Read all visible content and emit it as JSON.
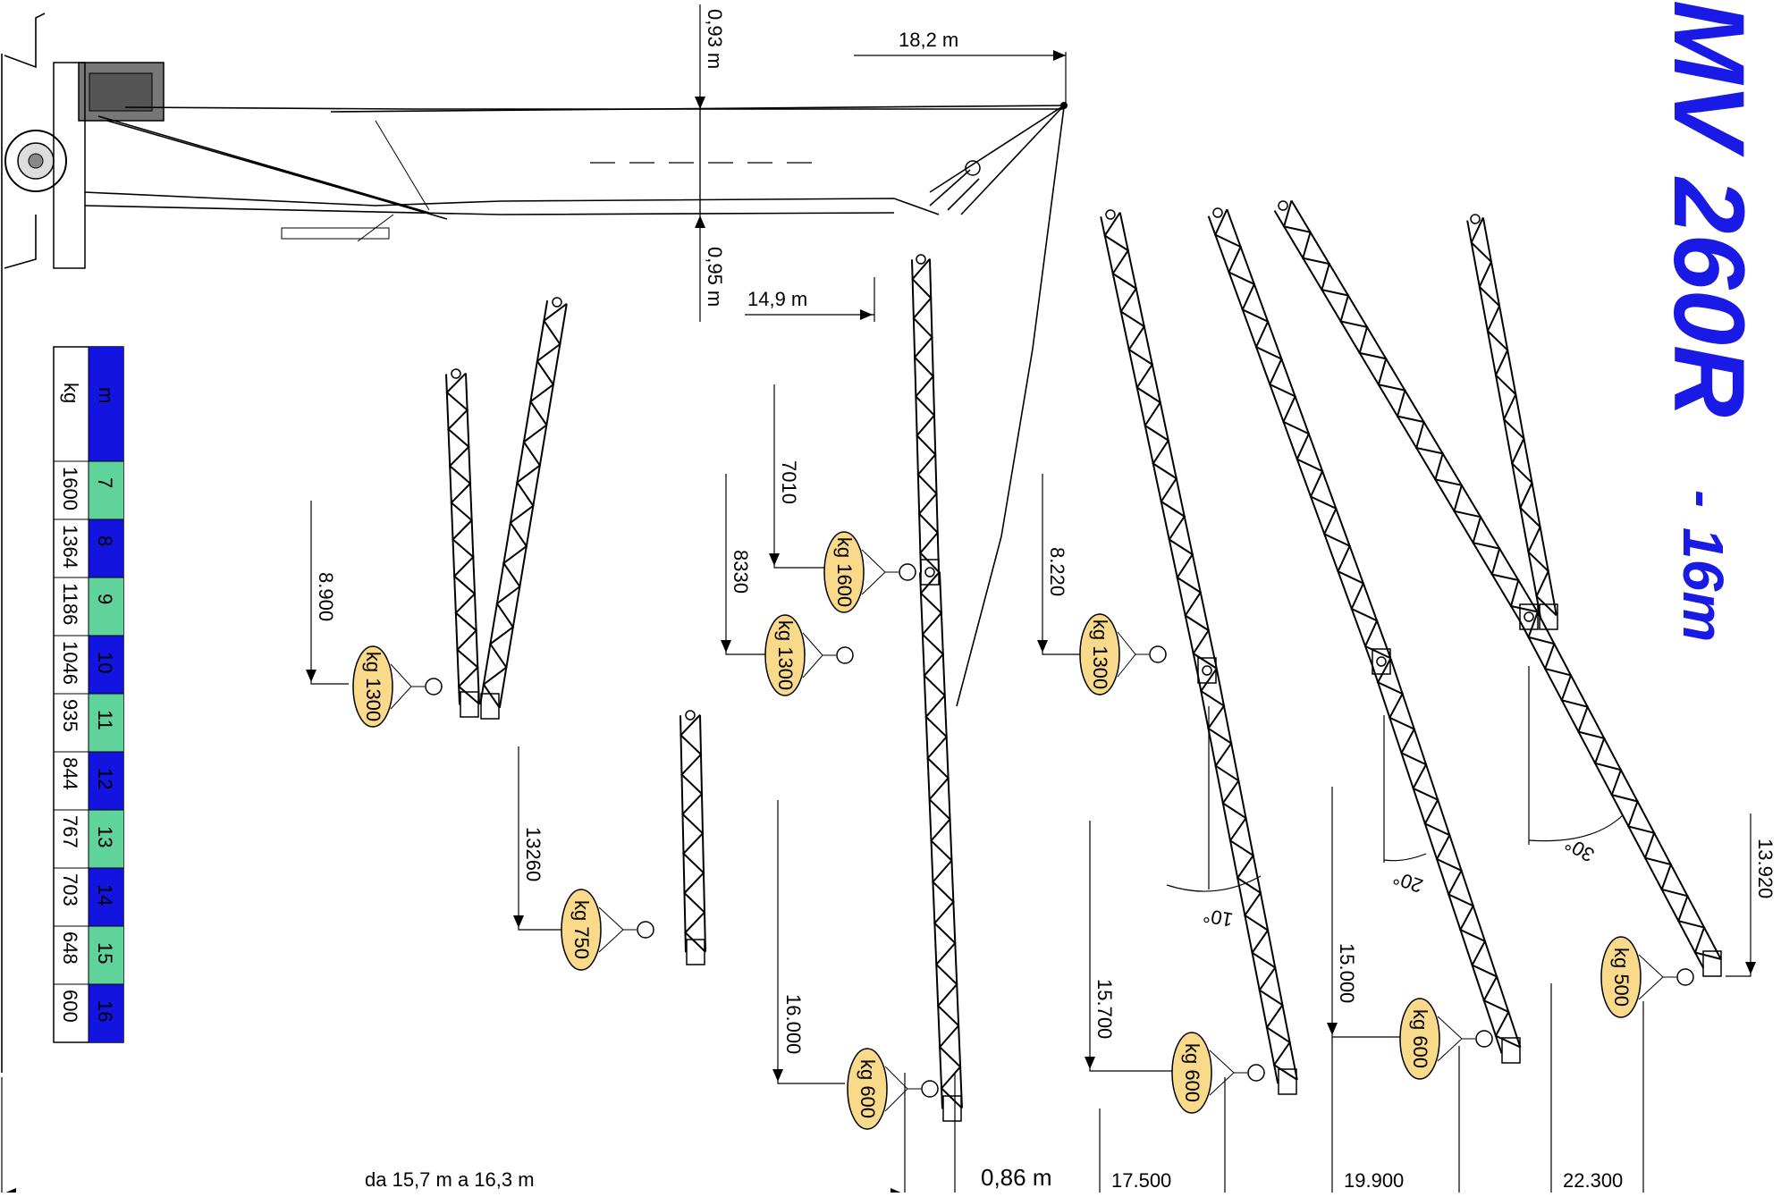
{
  "title": {
    "main": "MV 260R",
    "sep": "-",
    "sub": "16m",
    "color": "#1a1ae6"
  },
  "top_dims": {
    "jib_length": "18,2 m",
    "height_upper": "0,93 m",
    "height_lower": "0,95 m",
    "radius_horizontal": "14,9 m"
  },
  "load_table": {
    "header_m": "m",
    "header_kg": "kg",
    "colors": {
      "blue": "#1414e0",
      "green": "#5fd39a"
    },
    "rows": [
      {
        "m": "7",
        "kg": "1600",
        "color": "green"
      },
      {
        "m": "8",
        "kg": "1364",
        "color": "blue"
      },
      {
        "m": "9",
        "kg": "1186",
        "color": "green"
      },
      {
        "m": "10",
        "kg": "1046",
        "color": "blue"
      },
      {
        "m": "11",
        "kg": "935",
        "color": "green"
      },
      {
        "m": "12",
        "kg": "844",
        "color": "blue"
      },
      {
        "m": "13",
        "kg": "767",
        "color": "green"
      },
      {
        "m": "14",
        "kg": "703",
        "color": "blue"
      },
      {
        "m": "15",
        "kg": "648",
        "color": "green"
      },
      {
        "m": "16",
        "kg": "600",
        "color": "blue"
      }
    ]
  },
  "loads": {
    "l1": "kg 1300",
    "l2": "kg 750",
    "l3": "kg 1600",
    "l4": "kg 1300",
    "l5": "kg 600",
    "l6": "kg 1300",
    "l7": "kg 600",
    "l8": "kg 600",
    "l9": "kg 500"
  },
  "heights": {
    "h1": "8.900",
    "h2": "13260",
    "h3": "7010",
    "h4": "8330",
    "h5": "16.000",
    "h6": "8.220",
    "h7": "15.700",
    "h8": "15.000",
    "h9": "13.920"
  },
  "angles": {
    "a1": "10°",
    "a2": "20°",
    "a3": "30°"
  },
  "bottom_dims": {
    "range": "da 15,7 m a 16,3 m",
    "offset": "0,86 m",
    "r1": "17.500",
    "r2": "19.900",
    "r3": "22.300"
  }
}
